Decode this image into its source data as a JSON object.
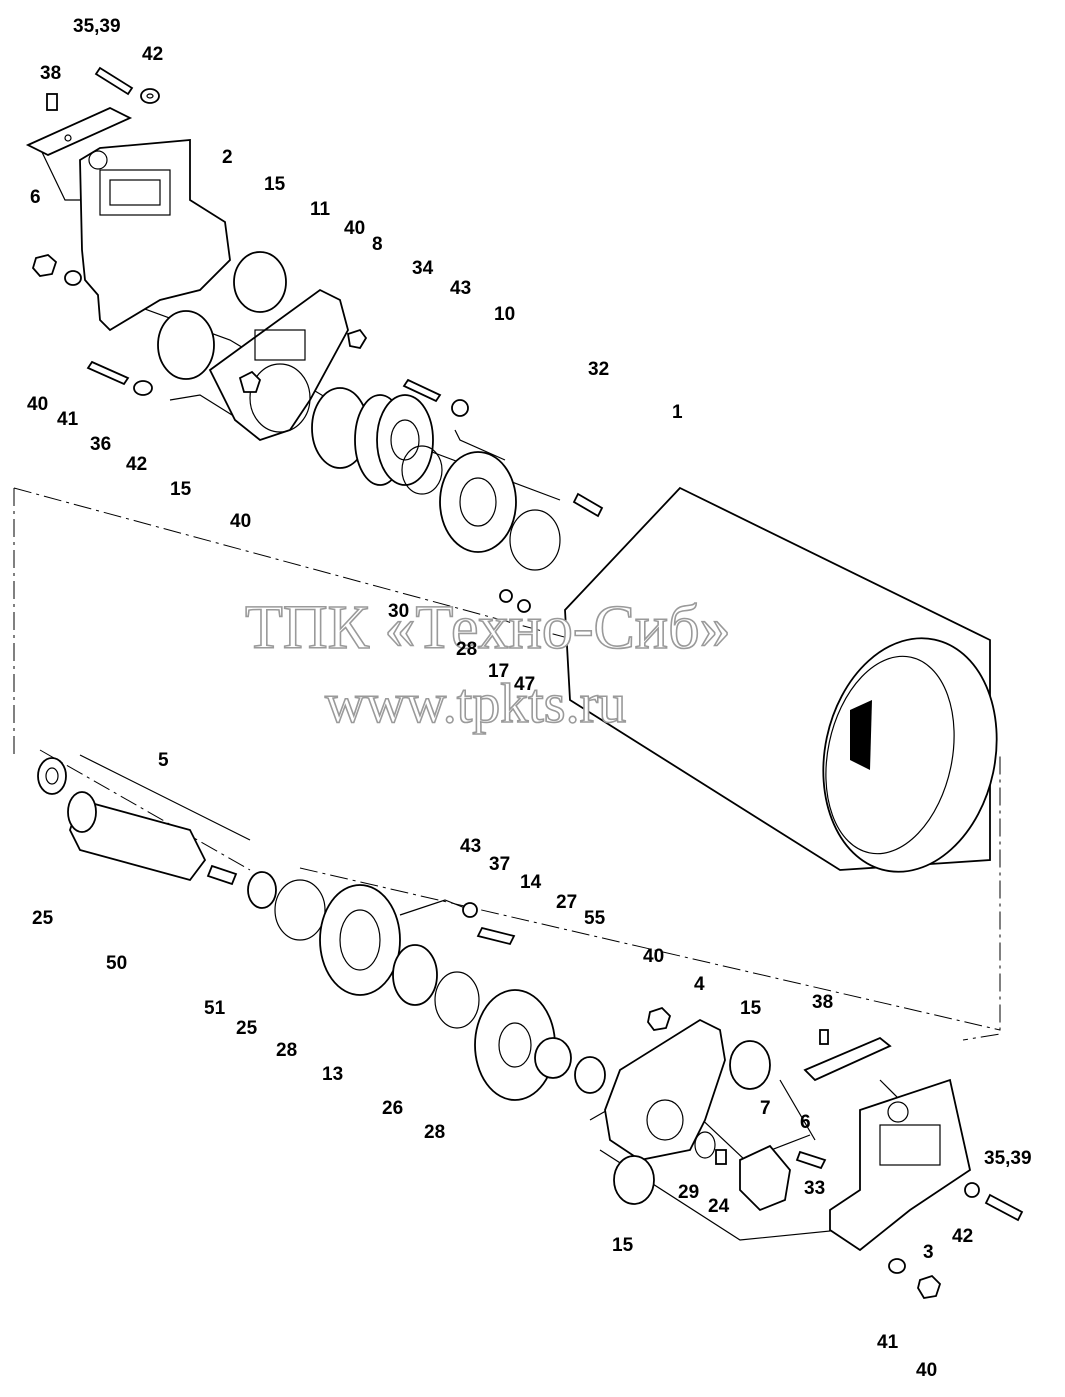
{
  "watermark": {
    "line1": "ТПК «Техно-Сиб»",
    "line2": "www.tpkts.ru"
  },
  "callouts": [
    "35,39",
    "42",
    "38",
    "6",
    "2",
    "15",
    "11",
    "40",
    "8",
    "34",
    "43",
    "10",
    "32",
    "1",
    "40",
    "41",
    "36",
    "42",
    "15",
    "40",
    "30",
    "28",
    "17",
    "47",
    "5",
    "25",
    "50",
    "51",
    "25",
    "28",
    "13",
    "43",
    "37",
    "14",
    "27",
    "55",
    "26",
    "28",
    "40",
    "4",
    "15",
    "38",
    "6",
    "7",
    "29",
    "24",
    "33",
    "15",
    "35,39",
    "42",
    "3",
    "41",
    "40"
  ]
}
